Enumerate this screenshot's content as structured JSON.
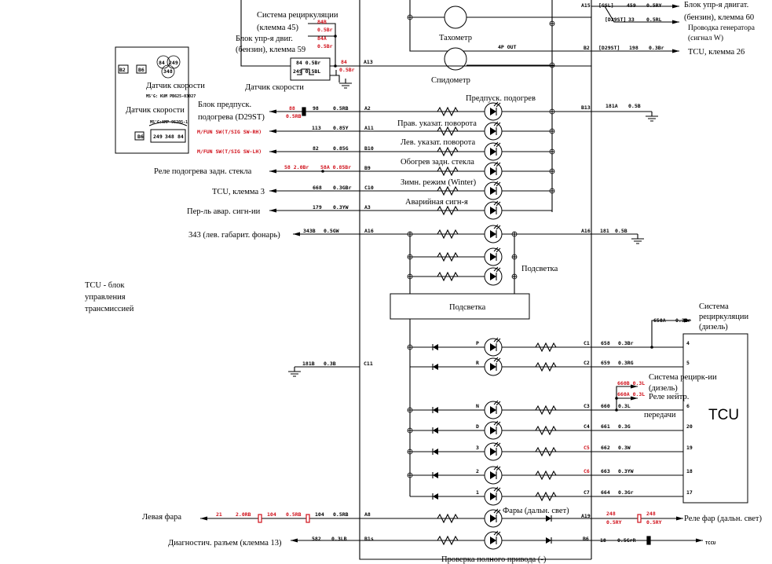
{
  "colors": {
    "wire": "#000000",
    "red_label": "#d0101a"
  },
  "top": {
    "recirc_45": [
      "Система рециркуляции",
      "(клемма 45)"
    ],
    "ecu_59": [
      "Блок упр-я двиг.",
      "(бензин), клемма 59"
    ],
    "w84b": [
      "84B",
      "0.5Br"
    ],
    "w84a": [
      "84A",
      "0.5Br"
    ],
    "sensor_wires": [
      "84  0.5Br",
      "249  0.5BL"
    ],
    "w84": [
      "84",
      "0.5Br"
    ],
    "speed_sensor": "Датчик скорости",
    "tachometer": "Тахометр",
    "speedometer": "Спидометр",
    "out_4p": "4P OUT",
    "pin_a13": "A13"
  },
  "leftbox": {
    "title1": "Датчик скорости",
    "msg1": "MS'G: KUM PB625-03027",
    "title2": "Датчик скорости",
    "msg2": "MS'G:AMP 95205-1",
    "pins": [
      "84",
      "249",
      "348"
    ],
    "codes": [
      "B2",
      "B6",
      "B6"
    ]
  },
  "tcu_note": [
    "TCU - блок",
    "управления",
    "трансмиссией"
  ],
  "left_rows": [
    {
      "label": [
        "Блок предпуск.",
        "подогрева (D29ST)"
      ],
      "red": [
        "88",
        "0.5RB"
      ],
      "wire": "98",
      "gauge": "0.5RB",
      "pin": "A2",
      "lamp": "Предпуск. подогрев"
    },
    {
      "label": [
        "M/FUN SW(T/SIG SW-RH)"
      ],
      "wire": "113",
      "gauge": "0.85Y",
      "pin": "A11",
      "lamp": "Прав. указат. поворота"
    },
    {
      "label": [
        "M/FUN SW(T/SIG SW-LH)"
      ],
      "wire": "82",
      "gauge": "0.85G",
      "pin": "B10",
      "lamp": "Лев. указат. поворота"
    },
    {
      "label": [
        "Реле подогрева задн. стекла"
      ],
      "red": [
        "58  2.0Br",
        "58A  0.85Br"
      ],
      "pin": "B9",
      "lamp": "Обогрев задн. стекла"
    },
    {
      "label": [
        "TCU, клемма 3"
      ],
      "wire": "668",
      "gauge": "0.3GBr",
      "pin": "C10",
      "lamp": "Зимн. режим (Winter)"
    },
    {
      "label": [
        "Пер-ль авар. сигн-ии"
      ],
      "wire": "179",
      "gauge": "0.3YW",
      "pin": "A3",
      "lamp": "Аварийная сигн-я"
    },
    {
      "label": [
        "343 (лев. габарит. фонарь)"
      ],
      "wire": "343B",
      "gauge": "0.5GW",
      "pin": "A16"
    }
  ],
  "right_top": {
    "a15": {
      "pin": "A15",
      "variant1": "[GSL]",
      "wire1": "459",
      "gauge1": "0.5RY",
      "variant2": "[D29ST]",
      "wire2": "33",
      "gauge2": "0.5RL"
    },
    "b2": {
      "pin": "B2",
      "variant": "[D29ST]",
      "wire": "198",
      "gauge": "0.3Br"
    },
    "b13": {
      "pin": "B13",
      "wire": "181A",
      "gauge": "0.5B"
    },
    "a16": {
      "pin": "A16",
      "wire": "181",
      "gauge": "0.5B"
    },
    "labels": [
      "Блок упр-я двигат.",
      "(бензин), клемма 60",
      "Проводка генератора",
      "(сигнал W)",
      "TCU, клемма 26"
    ]
  },
  "backlight": {
    "label": "Подсветка",
    "box": "Подсветка"
  },
  "c11": {
    "pin": "C11",
    "wire": "181B",
    "gauge": "0.3B"
  },
  "gears": [
    {
      "gear": "P",
      "conn": "C1",
      "wire": "658",
      "gauge": "0.3Br",
      "tcu_pin": "4"
    },
    {
      "gear": "R",
      "conn": "C2",
      "wire": "659",
      "gauge": "0.3RG",
      "tcu_pin": "5"
    },
    {
      "gear": "N",
      "conn": "C3",
      "wire": "660",
      "gauge": "0.3L",
      "tcu_pin": "6"
    },
    {
      "gear": "D",
      "conn": "C4",
      "wire": "661",
      "gauge": "0.3G",
      "tcu_pin": "20"
    },
    {
      "gear": "3",
      "conn": "C5",
      "wire": "662",
      "gauge": "0.3W",
      "tcu_pin": "19"
    },
    {
      "gear": "2",
      "conn": "C6",
      "wire": "663",
      "gauge": "0.3YW",
      "tcu_pin": "18"
    },
    {
      "gear": "1",
      "conn": "C7",
      "wire": "664",
      "gauge": "0.3Gr",
      "tcu_pin": "17"
    }
  ],
  "tcu": {
    "title": "TCU",
    "recirc": [
      "Система",
      "рециркуляции",
      "(дизель)"
    ],
    "w658a": [
      "658A",
      "0.3Br"
    ],
    "w660b": "660B 0.3L",
    "w660a": "660A 0.3L",
    "recirc2": [
      "Система рецирк-ии",
      "(дизель)"
    ],
    "neutral": [
      "Реле нейтр.",
      "передачи"
    ]
  },
  "bottom": {
    "headlamp_left": "Левая фара",
    "a8_red": [
      "21",
      "2.0RB",
      "104",
      "0.5RB"
    ],
    "a8": {
      "wire": "104",
      "gauge": "0.5RB",
      "pin": "A8"
    },
    "high_beam": "Фары (дальн. свет)",
    "a19": {
      "pin": "A19",
      "red": [
        "248",
        "0.5RY",
        "248",
        "0.5RY"
      ],
      "label": "Реле фар (дальн. свет)"
    },
    "diag": "Диагностич. разъем (клемма 13)",
    "b1": {
      "wire": "582",
      "gauge": "0.3LB",
      "pin": "B1s"
    },
    "b6": {
      "pin": "B6",
      "wire": "18",
      "gauge": "0.5GrR",
      "label": "TCCU"
    },
    "awd_check": "Проверка полного привода (-)"
  }
}
